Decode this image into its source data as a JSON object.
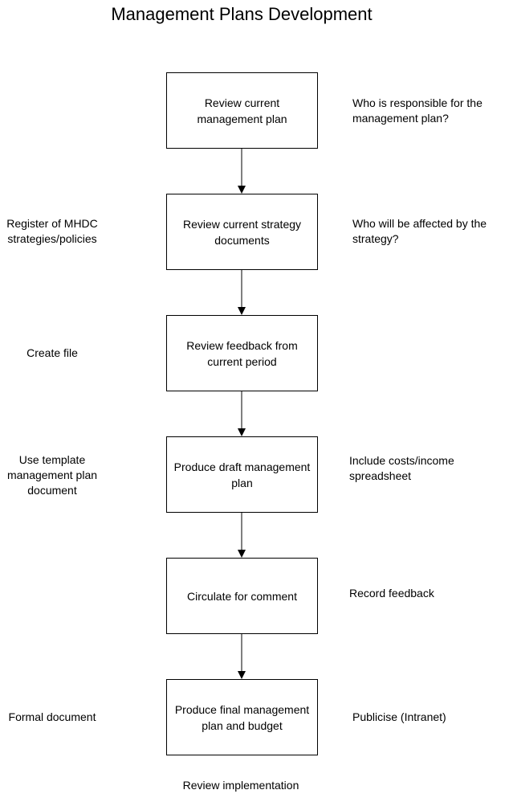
{
  "title": "Management Plans Development",
  "steps": [
    {
      "label": "Review current management plan"
    },
    {
      "label": "Review current strategy documents"
    },
    {
      "label": "Review feedback from current period"
    },
    {
      "label": "Produce draft management plan"
    },
    {
      "label": "Circulate for comment"
    },
    {
      "label": "Produce final management plan and budget"
    }
  ],
  "left_notes": [
    "Register of MHDC strategies/policies",
    "Create file",
    "Use template management plan document",
    "Formal document"
  ],
  "right_notes": [
    "Who is responsible for the management plan?",
    "Who will be affected by the strategy?",
    "Include costs/income spreadsheet",
    "Record feedback",
    "Publicise (Intranet)"
  ],
  "footer": "Review implementation"
}
